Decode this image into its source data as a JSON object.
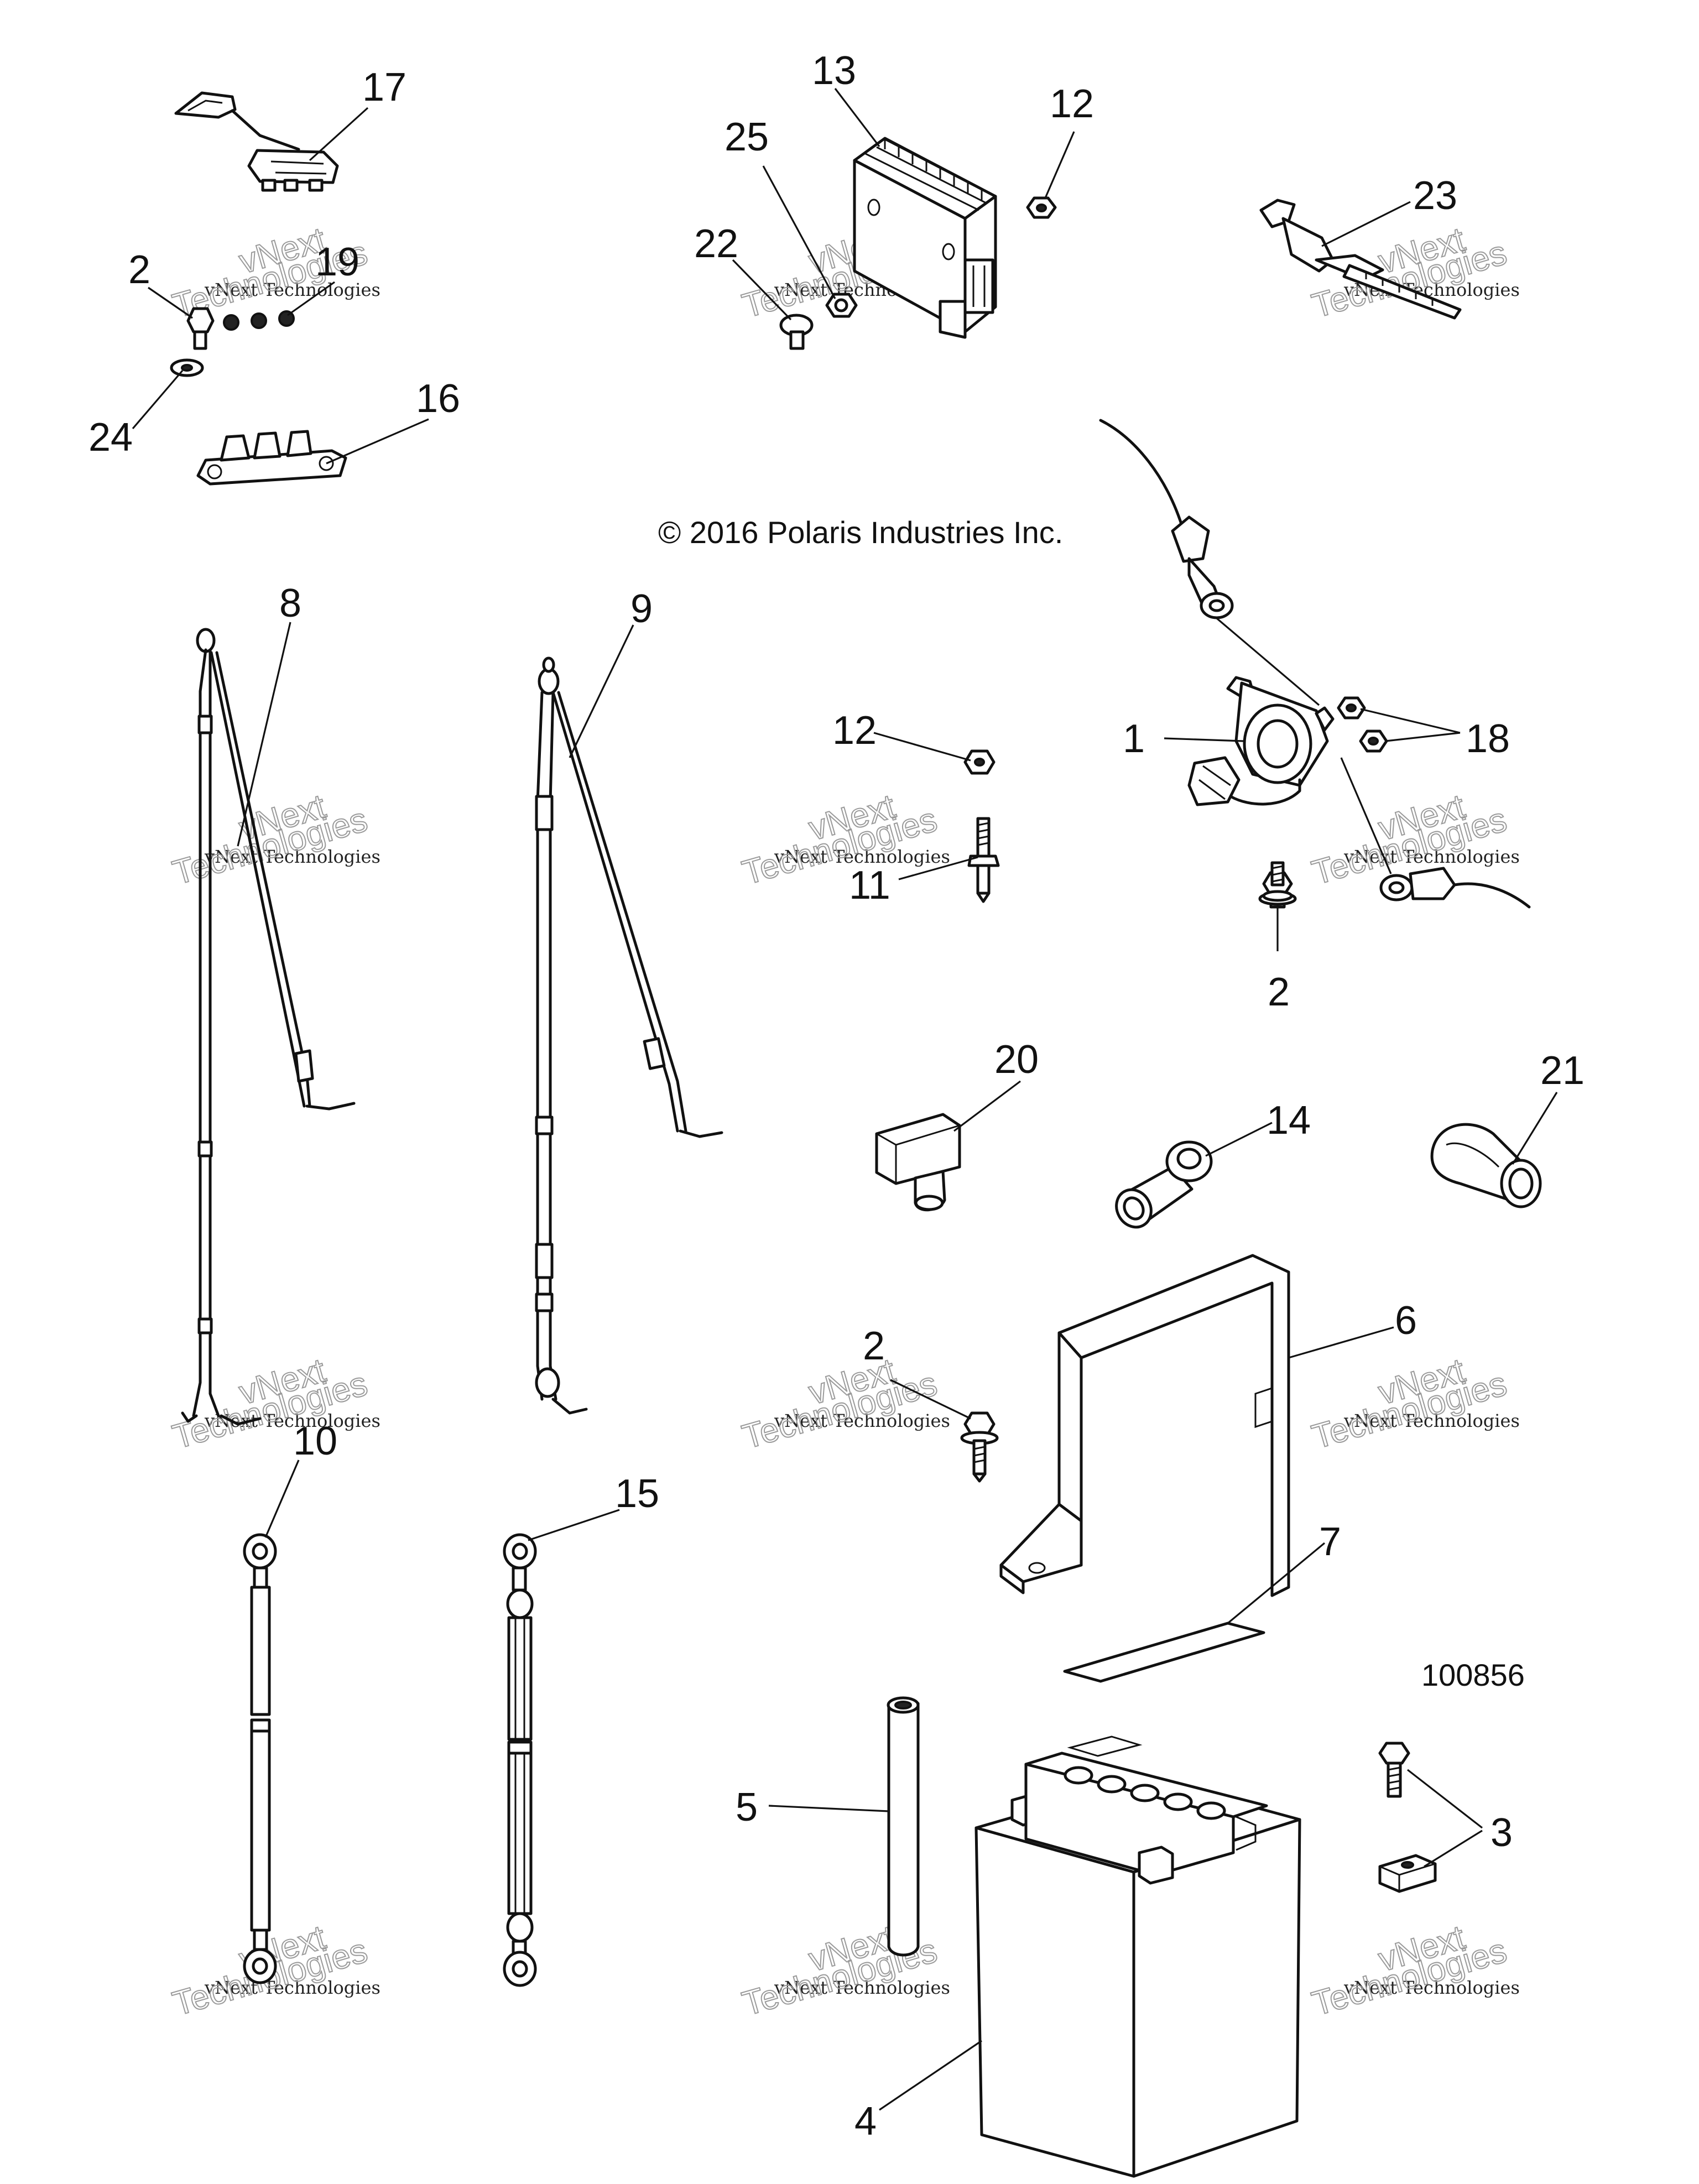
{
  "diagram": {
    "copyright": "© 2016 Polaris Industries Inc.",
    "drawing_number": "100856",
    "watermark": {
      "top": "vNext",
      "middle": "vNext Technologies",
      "bottom": "Technologies"
    },
    "callouts": [
      {
        "id": "c17",
        "label": "17"
      },
      {
        "id": "c2a",
        "label": "2"
      },
      {
        "id": "c19",
        "label": "19"
      },
      {
        "id": "c24",
        "label": "24"
      },
      {
        "id": "c16",
        "label": "16"
      },
      {
        "id": "c13",
        "label": "13"
      },
      {
        "id": "c12a",
        "label": "12"
      },
      {
        "id": "c25",
        "label": "25"
      },
      {
        "id": "c22",
        "label": "22"
      },
      {
        "id": "c23",
        "label": "23"
      },
      {
        "id": "c8",
        "label": "8"
      },
      {
        "id": "c9",
        "label": "9"
      },
      {
        "id": "c12b",
        "label": "12"
      },
      {
        "id": "c11",
        "label": "11"
      },
      {
        "id": "c1",
        "label": "1"
      },
      {
        "id": "c18",
        "label": "18"
      },
      {
        "id": "c2b",
        "label": "2"
      },
      {
        "id": "c20",
        "label": "20"
      },
      {
        "id": "c14",
        "label": "14"
      },
      {
        "id": "c21",
        "label": "21"
      },
      {
        "id": "c6",
        "label": "6"
      },
      {
        "id": "c2c",
        "label": "2"
      },
      {
        "id": "c10",
        "label": "10"
      },
      {
        "id": "c15",
        "label": "15"
      },
      {
        "id": "c7",
        "label": "7"
      },
      {
        "id": "c5",
        "label": "5"
      },
      {
        "id": "c3",
        "label": "3"
      },
      {
        "id": "c4",
        "label": "4"
      }
    ]
  }
}
